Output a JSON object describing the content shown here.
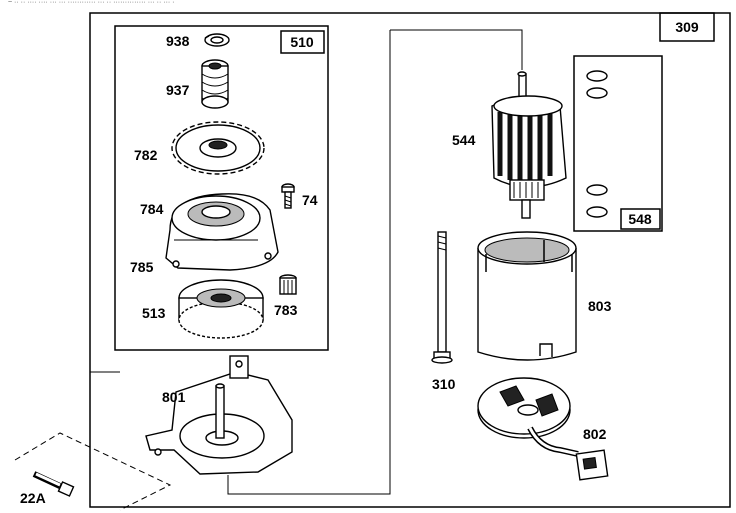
{
  "header": {
    "strip_text": "~ ·· ·· ···· ···· ··· ··· ············ ··· ·· ·············· ··· ·· ··· ·"
  },
  "groups": {
    "main_assembly": "309",
    "drive_kit": "510",
    "washer_kit": "548"
  },
  "parts": {
    "p938": "938",
    "p937": "937",
    "p782": "782",
    "p74": "74",
    "p784": "784",
    "p785": "785",
    "p513": "513",
    "p783": "783",
    "p801": "801",
    "p22a": "22A",
    "p544": "544",
    "p803": "803",
    "p310": "310",
    "p802": "802"
  }
}
